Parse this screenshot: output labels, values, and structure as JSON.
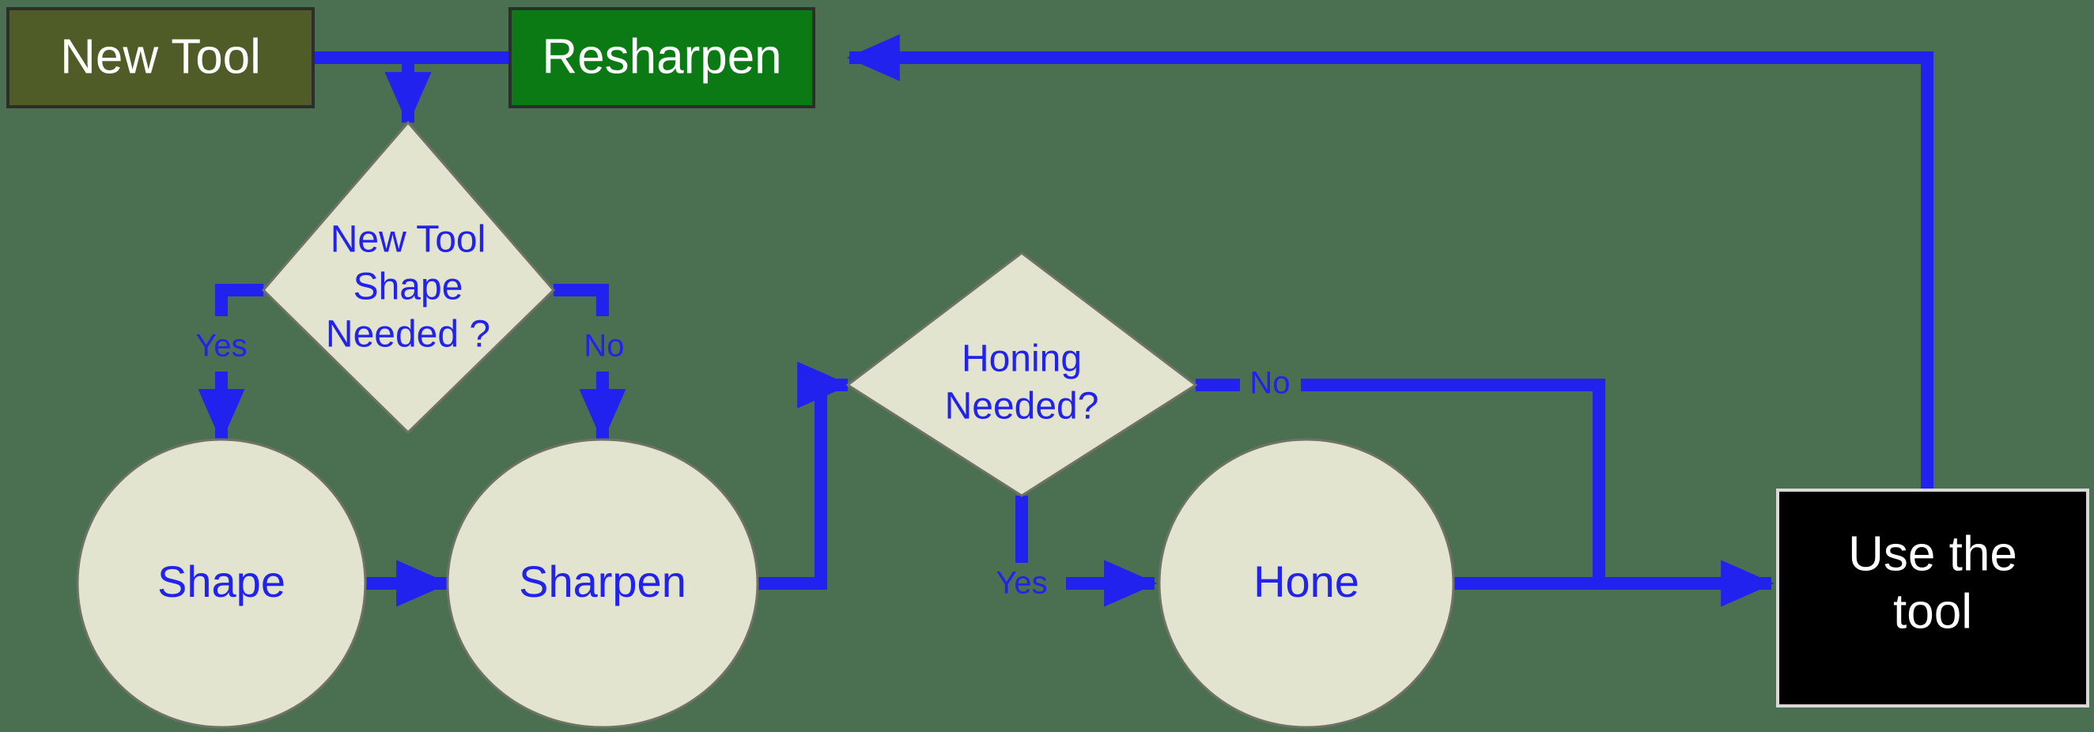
{
  "diagram": {
    "title_present": false,
    "background_color": "#4a7051",
    "accent_color": "#2222ee",
    "nodes": [
      {
        "id": "new-tool",
        "label": "New Tool",
        "shape": "rect",
        "fill": "#4f5c28",
        "text_color": "#ffffff"
      },
      {
        "id": "resharpen",
        "label": "Resharpen",
        "shape": "rect",
        "fill": "#0b7a14",
        "text_color": "#ffffff"
      },
      {
        "id": "new-tool-shape-needed",
        "label_lines": [
          "New Tool",
          "Shape",
          "Needed ?"
        ],
        "shape": "diamond",
        "fill": "#e2e4cf",
        "text_color": "#2222ee"
      },
      {
        "id": "honing-needed",
        "label_lines": [
          "Honing",
          "Needed?"
        ],
        "shape": "diamond",
        "fill": "#e2e4cf",
        "text_color": "#2222ee"
      },
      {
        "id": "shape",
        "label": "Shape",
        "shape": "ellipse",
        "fill": "#e2e4cf",
        "text_color": "#2222ee"
      },
      {
        "id": "sharpen",
        "label": "Sharpen",
        "shape": "ellipse",
        "fill": "#e2e4cf",
        "text_color": "#2222ee"
      },
      {
        "id": "hone",
        "label": "Hone",
        "shape": "ellipse",
        "fill": "#e2e4cf",
        "text_color": "#2222ee"
      },
      {
        "id": "use-the-tool",
        "label_lines": [
          "Use the",
          "tool"
        ],
        "shape": "rect",
        "fill": "#000000",
        "text_color": "#ffffff"
      }
    ],
    "edge_labels": {
      "shape_needed_yes": "Yes",
      "shape_needed_no": "No",
      "honing_needed_no": "No",
      "honing_needed_yes": "Yes"
    },
    "edges": [
      {
        "from": "new-tool",
        "to": "new-tool-shape-needed",
        "label": ""
      },
      {
        "from": "new-tool-shape-needed",
        "to": "shape",
        "label": "Yes"
      },
      {
        "from": "new-tool-shape-needed",
        "to": "sharpen",
        "label": "No"
      },
      {
        "from": "shape",
        "to": "sharpen",
        "label": ""
      },
      {
        "from": "sharpen",
        "to": "honing-needed",
        "label": ""
      },
      {
        "from": "honing-needed",
        "to": "hone",
        "label": "Yes"
      },
      {
        "from": "honing-needed",
        "to": "use-the-tool",
        "label": "No"
      },
      {
        "from": "hone",
        "to": "use-the-tool",
        "label": ""
      },
      {
        "from": "use-the-tool",
        "to": "resharpen",
        "label": ""
      },
      {
        "from": "resharpen",
        "to": "new-tool-shape-needed",
        "label": ""
      }
    ]
  }
}
